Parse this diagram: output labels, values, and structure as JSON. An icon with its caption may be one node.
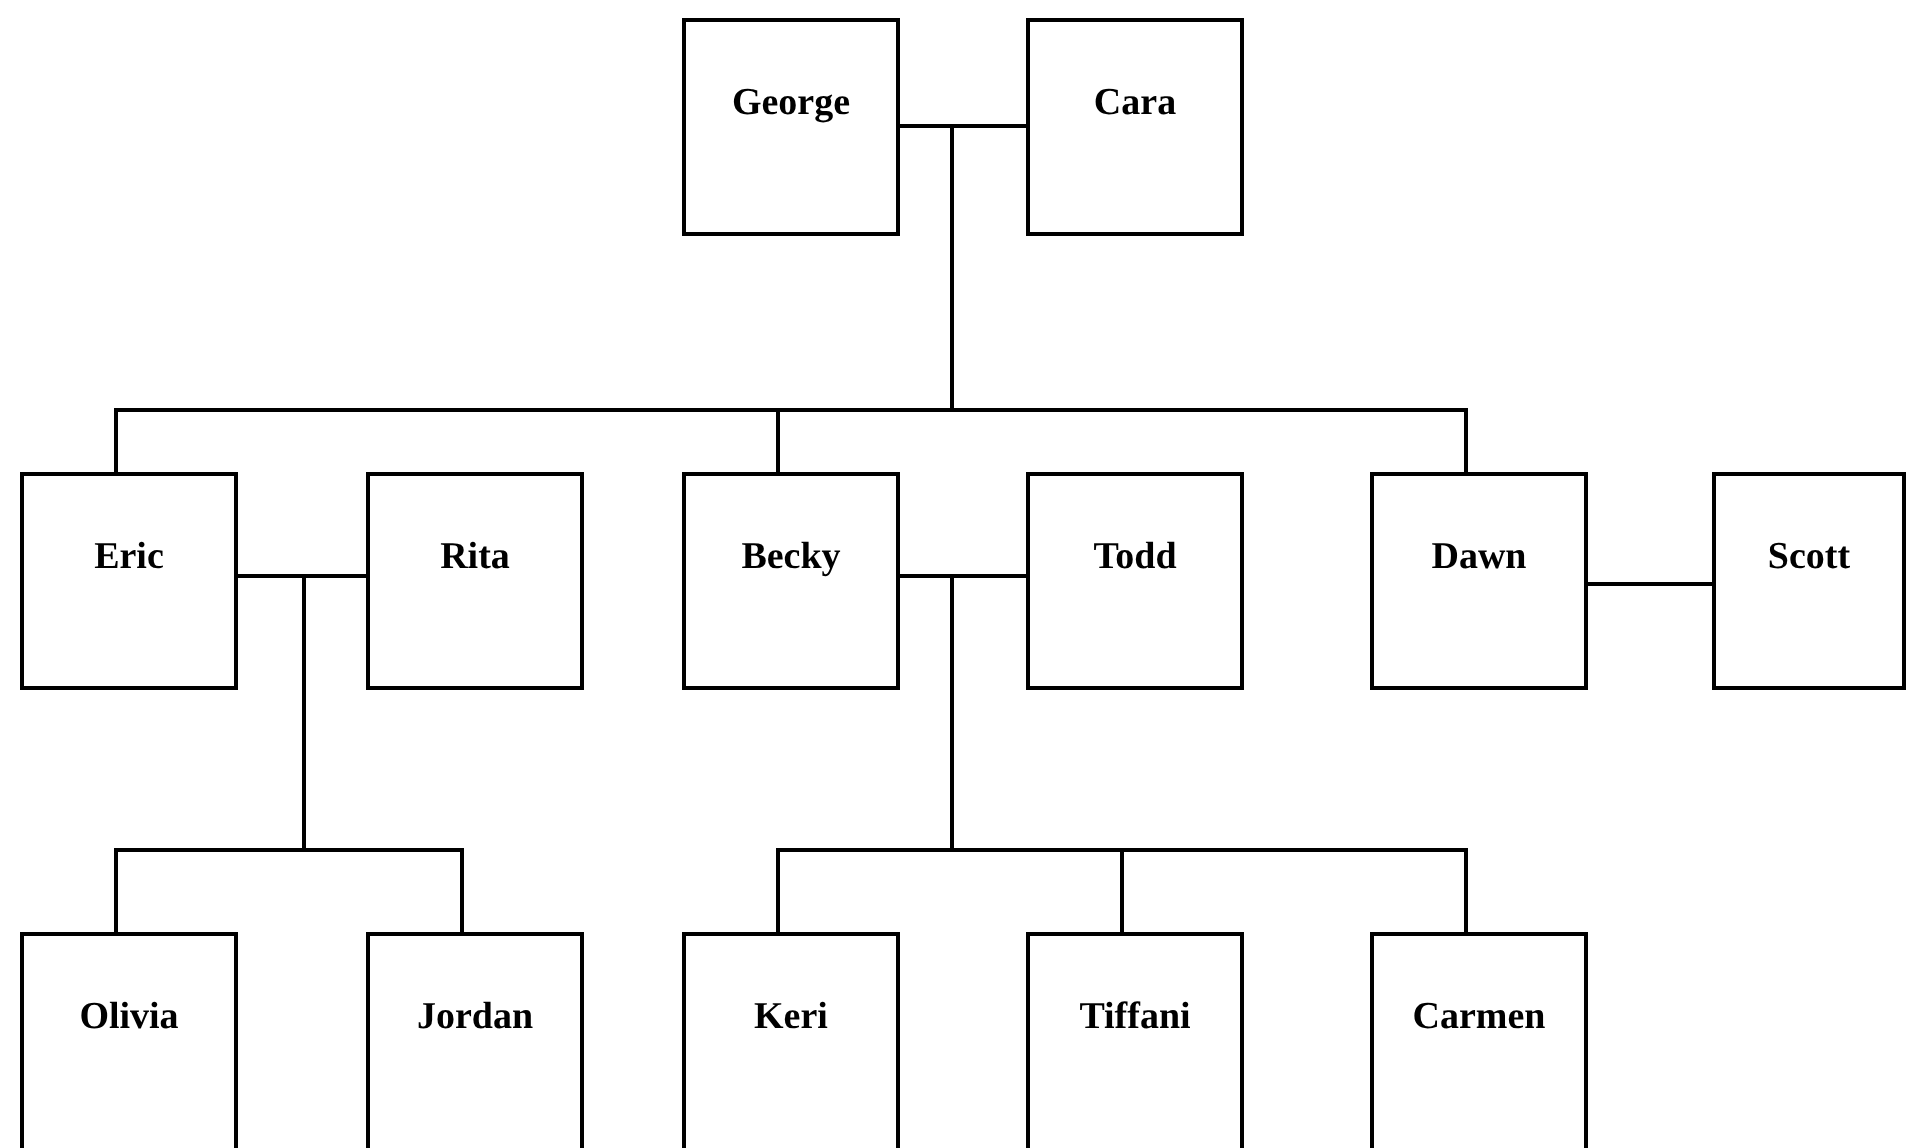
{
  "diagram": {
    "nodes": [
      {
        "text": [
          "George"
        ]
      },
      {
        "text": [
          "Cara"
        ]
      },
      {
        "text": [
          "Eric"
        ]
      },
      {
        "text": [
          "Rita"
        ]
      },
      {
        "text": [
          "Becky"
        ]
      },
      {
        "text": [
          "Todd"
        ]
      },
      {
        "text": [
          "Dawn"
        ]
      },
      {
        "text": [
          "Scott"
        ]
      },
      {
        "text": [
          "Olivia"
        ]
      },
      {
        "text": [
          "Jordan"
        ]
      },
      {
        "text": [
          "Keri"
        ]
      },
      {
        "text": [
          "Tiffani"
        ]
      },
      {
        "text": [
          "Carmen"
        ]
      }
    ],
    "edges": [
      {
        "from": 0,
        "to": 1,
        "arrow": "none"
      },
      {
        "from": 2,
        "to": 3,
        "arrow": "none"
      },
      {
        "from": 4,
        "to": 5,
        "arrow": "none"
      },
      {
        "from": 6,
        "to": 7,
        "arrow": "none"
      },
      {
        "from": 0,
        "to": 2,
        "arrow": "none"
      },
      {
        "from": 0,
        "to": 4,
        "arrow": "none"
      },
      {
        "from": 0,
        "to": 6,
        "arrow": "none"
      },
      {
        "from": 1,
        "to": 2,
        "arrow": "none"
      },
      {
        "from": 1,
        "to": 4,
        "arrow": "none"
      },
      {
        "from": 1,
        "to": 6,
        "arrow": "none"
      },
      {
        "from": 2,
        "to": 8,
        "arrow": "none"
      },
      {
        "from": 2,
        "to": 9,
        "arrow": "none"
      },
      {
        "from": 3,
        "to": 8,
        "arrow": "none"
      },
      {
        "from": 3,
        "to": 9,
        "arrow": "none"
      },
      {
        "from": 4,
        "to": 10,
        "arrow": "none"
      },
      {
        "from": 4,
        "to": 11,
        "arrow": "none"
      },
      {
        "from": 4,
        "to": 12,
        "arrow": "none"
      },
      {
        "from": 5,
        "to": 10,
        "arrow": "none"
      },
      {
        "from": 5,
        "to": 11,
        "arrow": "none"
      },
      {
        "from": 5,
        "to": 12,
        "arrow": "none"
      }
    ]
  }
}
